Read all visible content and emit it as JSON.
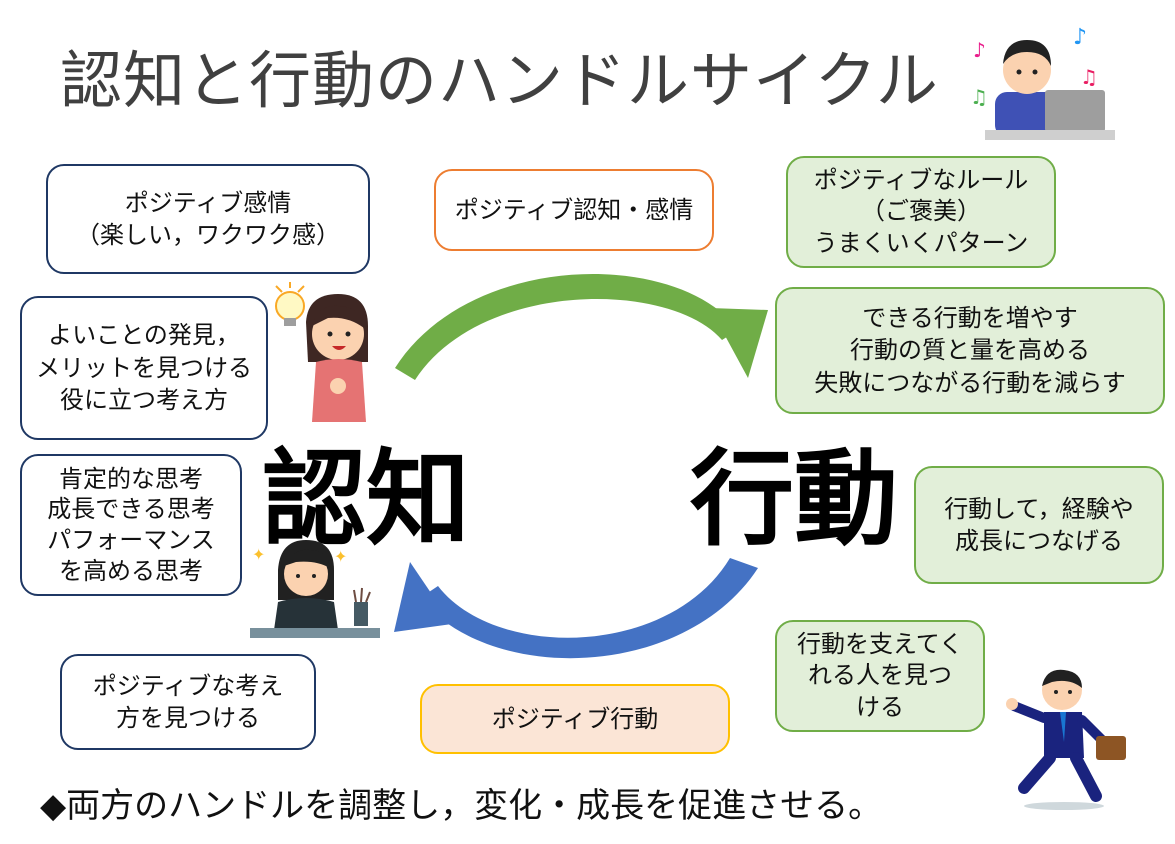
{
  "title": "認知と行動のハンドルサイクル",
  "cognition_label": "認知",
  "action_label": "行動",
  "left_boxes": {
    "emotion": [
      "ポジティブ感情",
      "（楽しい，ワクワク感）"
    ],
    "discovery": [
      "よいことの発見，",
      "メリットを見つける",
      "役に立つ考え方"
    ],
    "thinking": [
      "肯定的な思考",
      "成長できる思考",
      "パフォーマンス",
      "を高める思考"
    ],
    "find_way": [
      "ポジティブな考え",
      "方を見つける"
    ]
  },
  "center_boxes": {
    "top": "ポジティブ認知・感情",
    "bottom": "ポジティブ行動"
  },
  "right_boxes": {
    "rules": [
      "ポジティブなルール",
      "（ご褒美）",
      "うまくいくパターン"
    ],
    "increase": [
      "できる行動を増やす",
      "行動の質と量を高める",
      "失敗につながる行動を減らす"
    ],
    "experience": [
      "行動して，経験や",
      "成長につなげる"
    ],
    "support": [
      "行動を支えてく",
      "れる人を見つ",
      "ける"
    ]
  },
  "footer": "◆両方のハンドルを調整し，変化・成長を促進させる。",
  "colors": {
    "arrow_top": "#70ad47",
    "arrow_bottom": "#4472c4",
    "navy_border": "#1f3864",
    "green_fill": "#e2efd9",
    "green_border": "#70ad47",
    "orange_border": "#ed7d31",
    "peach_fill": "#fbe5d6",
    "peach_border": "#ffc000"
  },
  "icons": [
    "businessman-laptop-icon",
    "music-note-icon",
    "woman-lightbulb-icon",
    "woman-determined-icon",
    "running-businessman-icon"
  ]
}
